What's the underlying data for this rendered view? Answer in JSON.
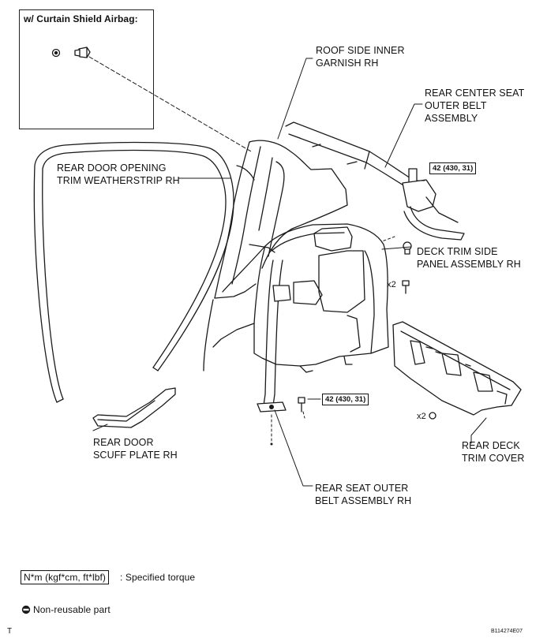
{
  "inset": {
    "title": "w/ Curtain Shield Airbag:"
  },
  "labels": {
    "roof_side_garnish": "ROOF SIDE INNER\nGARNISH RH",
    "rear_center_belt": "REAR CENTER SEAT\nOUTER BELT\nASSEMBLY",
    "weatherstrip": "REAR DOOR OPENING\nTRIM WEATHERSTRIP RH",
    "deck_trim_side": "DECK TRIM SIDE\nPANEL ASSEMBLY RH",
    "scuff_plate": "REAR DOOR\nSCUFF PLATE RH",
    "rear_deck_cover": "REAR DECK\nTRIM COVER",
    "rear_outer_belt": "REAR SEAT OUTER\nBELT ASSEMBLY RH"
  },
  "torques": {
    "upper": "42 (430, 31)",
    "lower": "42 (430, 31)"
  },
  "quantities": {
    "clips_side": "x2",
    "clips_cover": "x2"
  },
  "legend": {
    "torque_box": "N*m (kgf*cm, ft*lbf)",
    "torque_text": ": Specified torque",
    "nonreusable": "Non-reusable part"
  },
  "footer": {
    "corner_mark": "T",
    "figure_code": "B114274E07"
  },
  "icons": {
    "nonreusable_symbol": "filled-circle-with-bar-icon",
    "clip": "push-clip-icon",
    "bolt": "bolt-icon"
  }
}
